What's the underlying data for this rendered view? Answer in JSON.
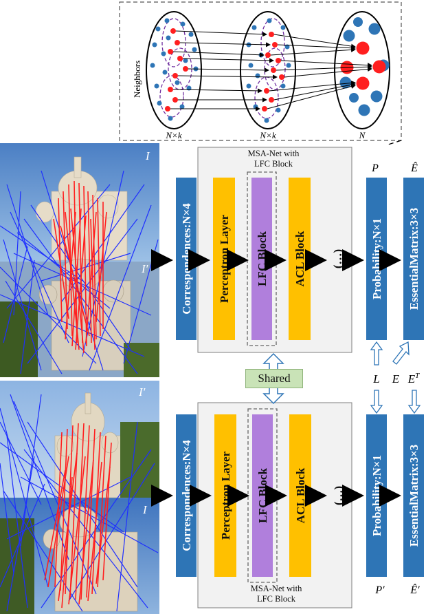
{
  "inset": {
    "neighbors_label": "Neighbors",
    "group_labels": [
      "N×k",
      "N×k",
      "N"
    ]
  },
  "images": {
    "top_left_label": "I",
    "top_mid_label": "I′",
    "bottom_left_label": "I′",
    "bottom_mid_label": "I"
  },
  "top_pipeline": {
    "caption_line1": "MSA-Net with",
    "caption_line2": "LFC Block",
    "blocks": {
      "correspondences": "Correspondences:N×4",
      "perceptron": "Perceptron Layer",
      "lfc": "LFC Block",
      "acl": "ACL Block",
      "ellipsis": "(…)",
      "probability": "Probability:N×1",
      "essential": "EssentialMatrix:3×3"
    },
    "output_labels": {
      "p": "P",
      "e_hat": "Ê"
    }
  },
  "bottom_pipeline": {
    "caption_line1": "MSA-Net with",
    "caption_line2": "LFC Block",
    "blocks": {
      "correspondences": "Correspondences:N×4",
      "perceptron": "Perceptron Layer",
      "lfc": "LFC Block",
      "acl": "ACL Block",
      "ellipsis": "(…)",
      "probability": "Probability:N×1",
      "essential": "EssentialMatrix:3×3"
    },
    "output_labels": {
      "p": "P′",
      "e_hat": "Ê′"
    }
  },
  "shared_label": "Shared",
  "middle_labels": {
    "l": "L",
    "e": "E",
    "et": "E",
    "et_sup": "T"
  },
  "colors": {
    "blue_block": "#2e75b6",
    "yellow_block": "#ffc000",
    "purple_block": "#b07fdc",
    "module_bg": "#f2f2f2",
    "shared_bg": "#c9e3b7",
    "match_red": "#ff1f1f",
    "match_blue": "#1f2fff"
  }
}
